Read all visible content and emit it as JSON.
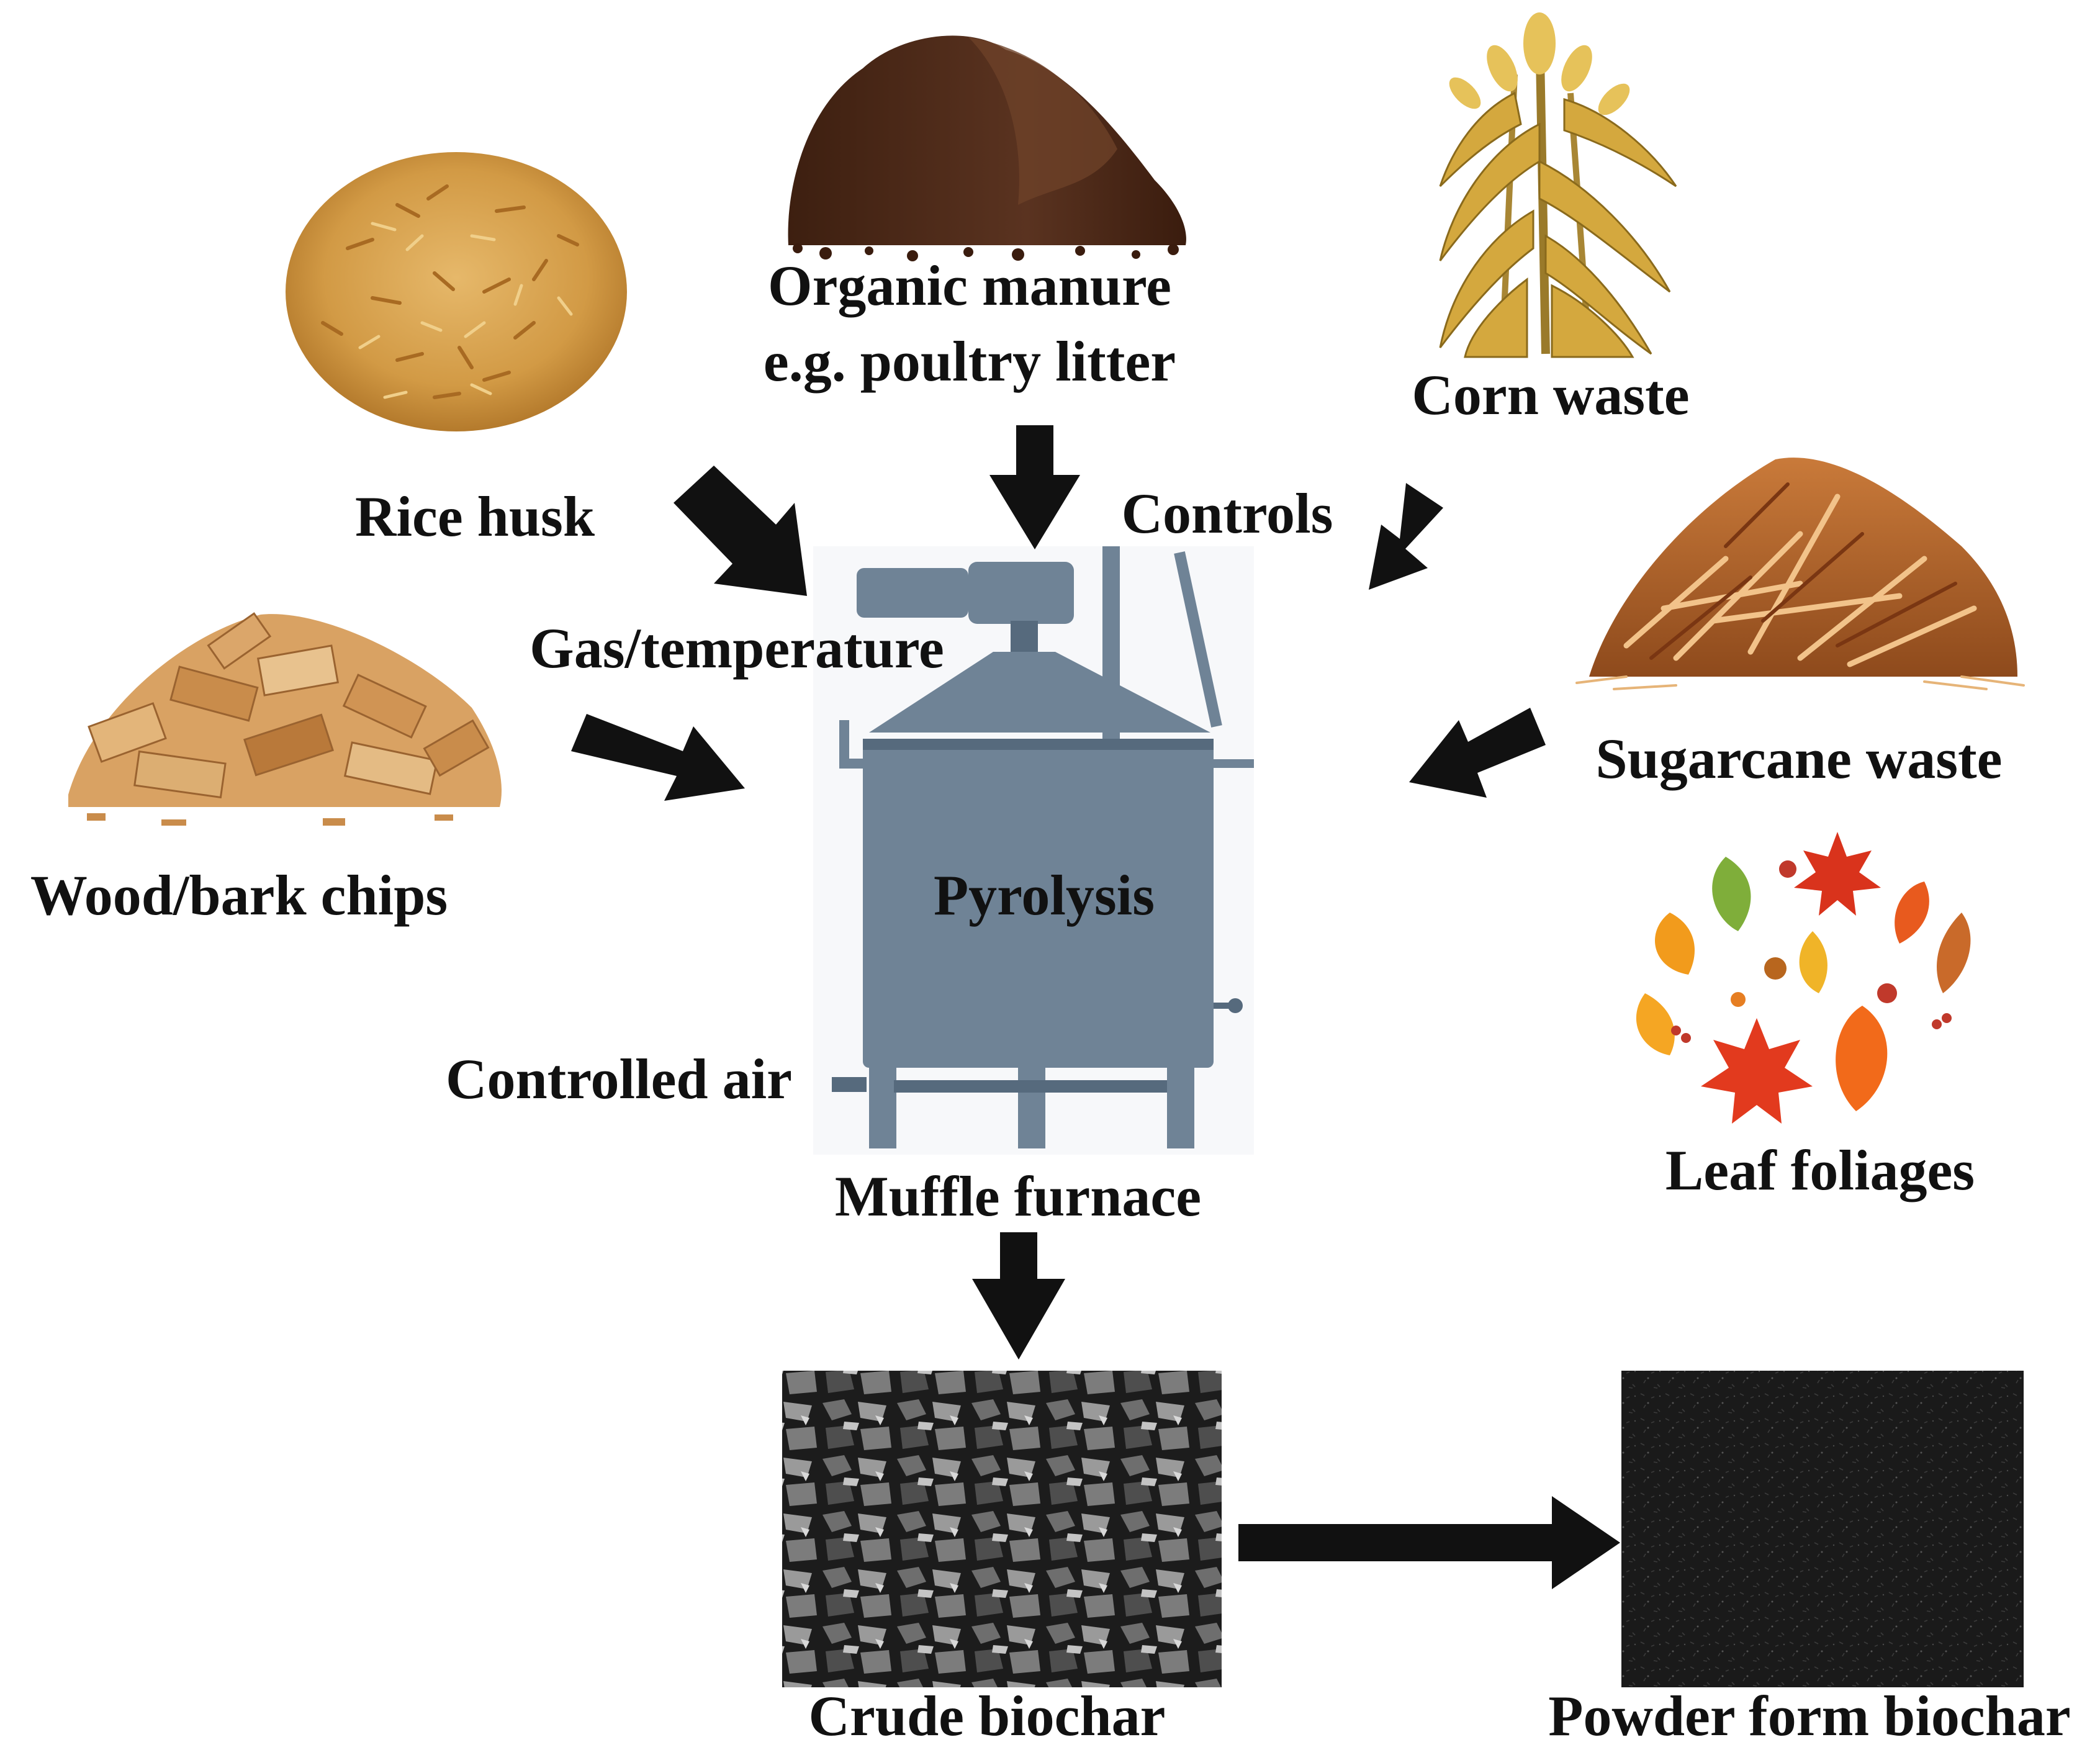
{
  "colors": {
    "arrow": "#111111",
    "furnace": "#6f8396",
    "furnace_dark": "#566a7d",
    "char_light": "#8a8a8a",
    "char_dark": "#161616"
  },
  "feedstocks": {
    "organic_manure_line1": "Organic manure",
    "organic_manure_line2": "e.g. poultry litter",
    "corn_waste": "Corn waste",
    "rice_husk": "Rice husk",
    "wood_bark_chips": "Wood/bark chips",
    "sugarcane_waste": "Sugarcane waste",
    "leaf_foliages": "Leaf foliages"
  },
  "furnace": {
    "process": "Pyrolysis",
    "name": "Muffle furnace",
    "controls": "Controls",
    "gas_temperature": "Gas/temperature",
    "controlled_air": "Controlled air"
  },
  "products": {
    "crude": "Crude biochar",
    "powder": "Powder form biochar"
  },
  "icons": [
    "rice-husk-pile-icon",
    "manure-pile-icon",
    "corn-stalk-icon",
    "wood-chips-icon",
    "sugarcane-bagasse-icon",
    "autumn-leaves-icon",
    "muffle-furnace-icon",
    "crude-biochar-icon",
    "powder-biochar-icon"
  ]
}
